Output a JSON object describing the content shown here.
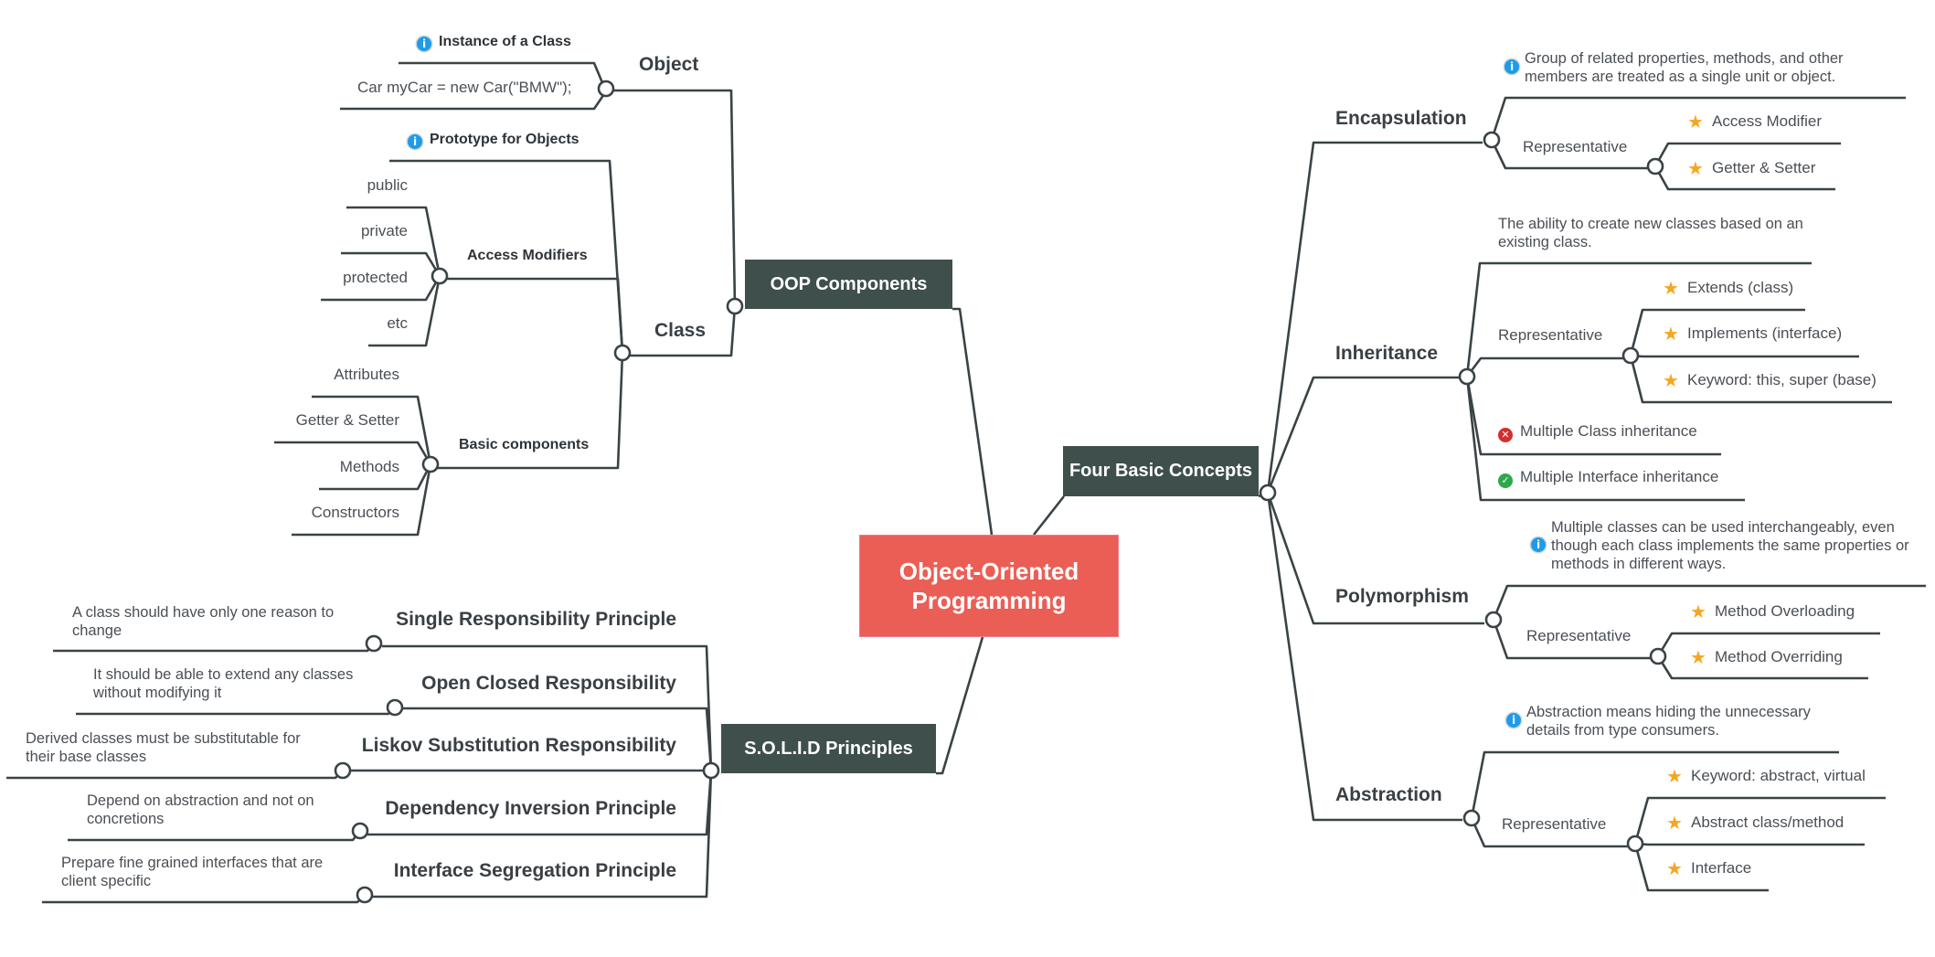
{
  "root": {
    "title": "Object-Oriented Programming"
  },
  "oop_components": {
    "label": "OOP Components",
    "object": {
      "label": "Object",
      "info": "Instance of a Class",
      "example": "Car myCar = new Car(\"BMW\");"
    },
    "class": {
      "label": "Class",
      "info": "Prototype for Objects",
      "access_modifiers": {
        "label": "Access Modifiers",
        "items": [
          "public",
          "private",
          "protected",
          "etc"
        ]
      },
      "basic_components": {
        "label": "Basic components",
        "items": [
          "Attributes",
          "Getter & Setter",
          "Methods",
          "Constructors"
        ]
      }
    }
  },
  "solid": {
    "label": "S.O.L.I.D Principles",
    "principles": [
      {
        "name": "Single Responsibility Principle",
        "desc": "A class should have only one reason to change"
      },
      {
        "name": "Open Closed Responsibility",
        "desc": "It should be able to extend any classes without modifying it"
      },
      {
        "name": "Liskov Substitution Responsibility",
        "desc": "Derived classes must be substitutable for their base classes"
      },
      {
        "name": "Dependency Inversion Principle",
        "desc": "Depend on abstraction and not on concretions"
      },
      {
        "name": "Interface Segregation Principle",
        "desc": "Prepare fine grained interfaces that are client specific"
      }
    ]
  },
  "four_concepts": {
    "label": "Four Basic Concepts",
    "representative_label": "Representative",
    "encapsulation": {
      "label": "Encapsulation",
      "desc": "Group of related properties, methods, and other members are treated as a single unit or object.",
      "representative": [
        "Access Modifier",
        "Getter & Setter"
      ]
    },
    "inheritance": {
      "label": "Inheritance",
      "desc": "The ability to create new classes based on an existing class.",
      "representative": [
        "Extends (class)",
        "Implements (interface)",
        "Keyword: this, super (base)"
      ],
      "not_supported": "Multiple Class inheritance",
      "supported": "Multiple Interface inheritance"
    },
    "polymorphism": {
      "label": "Polymorphism",
      "desc": "Multiple classes can be used interchangeably, even though each class implements the same properties or methods in different ways.",
      "representative": [
        "Method Overloading",
        "Method Overriding"
      ]
    },
    "abstraction": {
      "label": "Abstraction",
      "desc": "Abstraction means hiding the unnecessary details from type consumers.",
      "representative": [
        "Keyword: abstract, virtual",
        "Abstract class/method",
        "Interface"
      ]
    }
  },
  "icons": {
    "info": "i",
    "star": "★",
    "cross": "✕",
    "check": "✓"
  },
  "colors": {
    "root": "#eb5e55",
    "topic": "#3e4f4c",
    "line": "#3a4346",
    "info": "#1e9be9",
    "star": "#f5a623",
    "cross": "#d0302f",
    "check": "#2ea84a"
  }
}
